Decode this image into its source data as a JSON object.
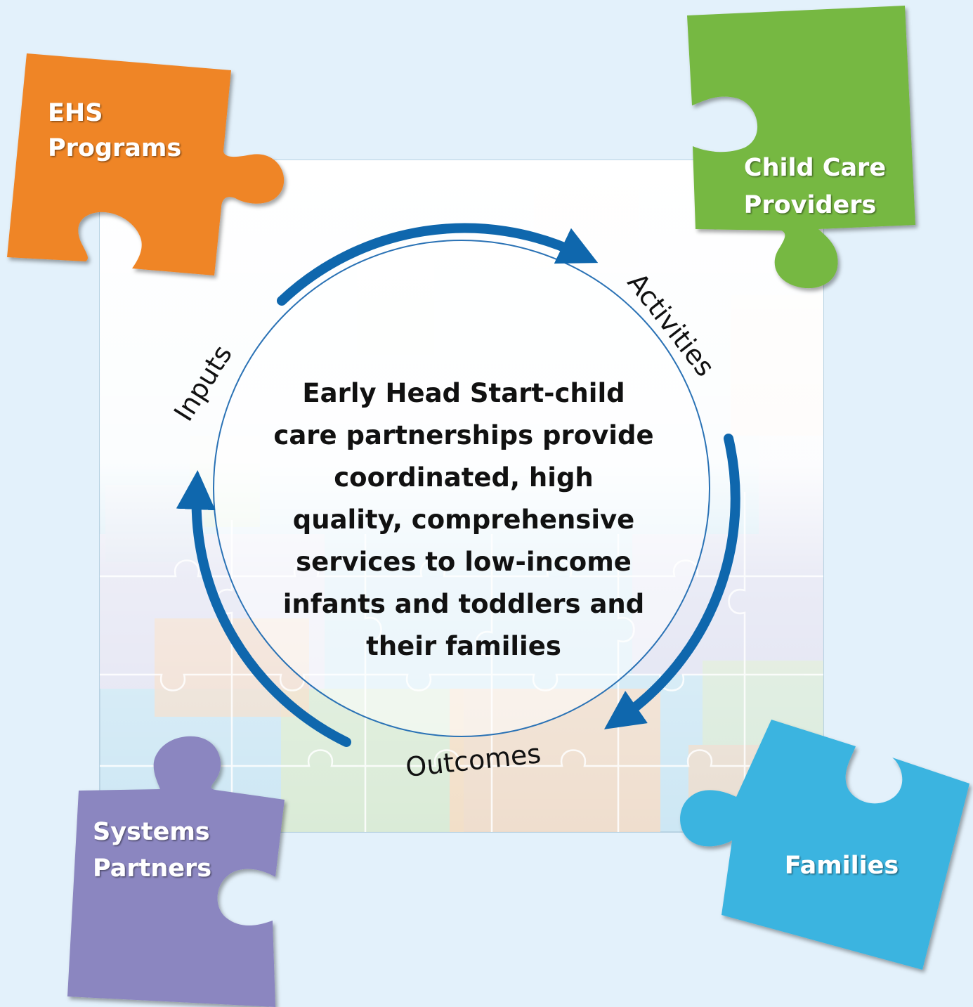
{
  "central_statement": [
    "Early Head Start-child",
    "care partnerships provide",
    "coordinated, high",
    "quality, comprehensive",
    "services to low-income",
    "infants and toddlers and",
    "their families"
  ],
  "cycle": {
    "inputs": "Inputs",
    "activities": "Activities",
    "outcomes": "Outcomes"
  },
  "pieces": {
    "ehs": {
      "line1": "EHS",
      "line2": "Programs",
      "color": "#ef8526"
    },
    "child_care": {
      "line1": "Child Care",
      "line2": "Providers",
      "color": "#76b843"
    },
    "systems": {
      "line1": "Systems",
      "line2": "Partners",
      "color": "#8b86c0"
    },
    "families": {
      "line1": "Families",
      "color": "#3bb4e0"
    }
  },
  "colors": {
    "background": "#e3f1fb",
    "arrow": "#0f67ad",
    "circle_outline": "#2a72b5"
  }
}
